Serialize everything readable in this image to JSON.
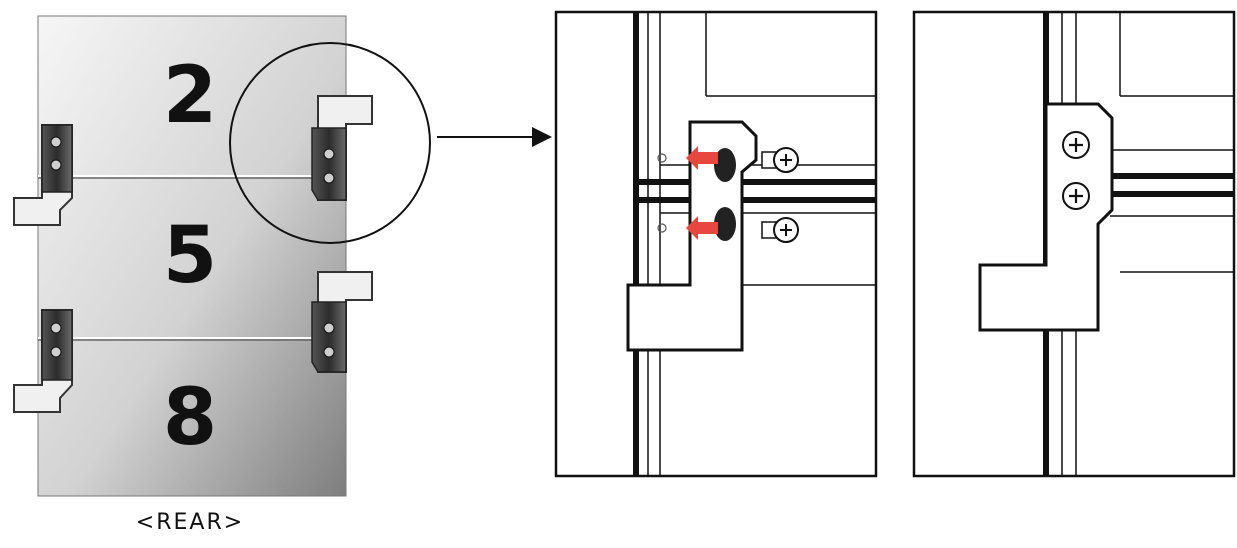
{
  "panels": [
    {
      "number": "2"
    },
    {
      "number": "5"
    },
    {
      "number": "8"
    }
  ],
  "view_label": "<REAR>",
  "colors": {
    "panel_light": "#f4f4f4",
    "panel_dark": "#8c8c8c",
    "bracket": "#3a3a3a",
    "outline": "#111111",
    "arrow_red": "#e8473f"
  },
  "icons": [
    "bracket",
    "phillips-screw",
    "red-insert-arrow",
    "callout-arrow",
    "magnify-circle"
  ]
}
